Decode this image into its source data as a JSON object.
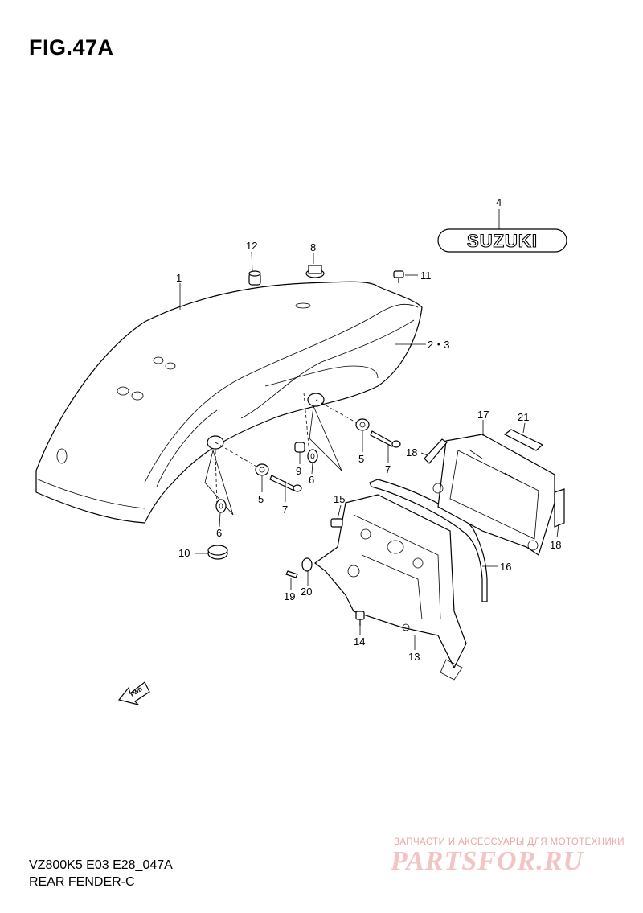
{
  "figure": {
    "title": "FIG.47A"
  },
  "logo_decal": {
    "text": "SUZUKI"
  },
  "fwd_arrow": {
    "text": "FWD"
  },
  "callouts": [
    "1",
    "2・3",
    "4",
    "5",
    "5",
    "6",
    "6",
    "7",
    "7",
    "8",
    "9",
    "10",
    "11",
    "12",
    "13",
    "14",
    "15",
    "16",
    "17",
    "18",
    "18",
    "19",
    "20",
    "21"
  ],
  "footer": {
    "model_code": "VZ800K5 E03 E28_047A",
    "section_name": "REAR FENDER-C"
  },
  "watermark": {
    "tagline": "ЗАПЧАСТИ И АКСЕССУАРЫ ДЛЯ МОТОТЕХНИКИ",
    "brand": "PARTSFOR.RU"
  }
}
